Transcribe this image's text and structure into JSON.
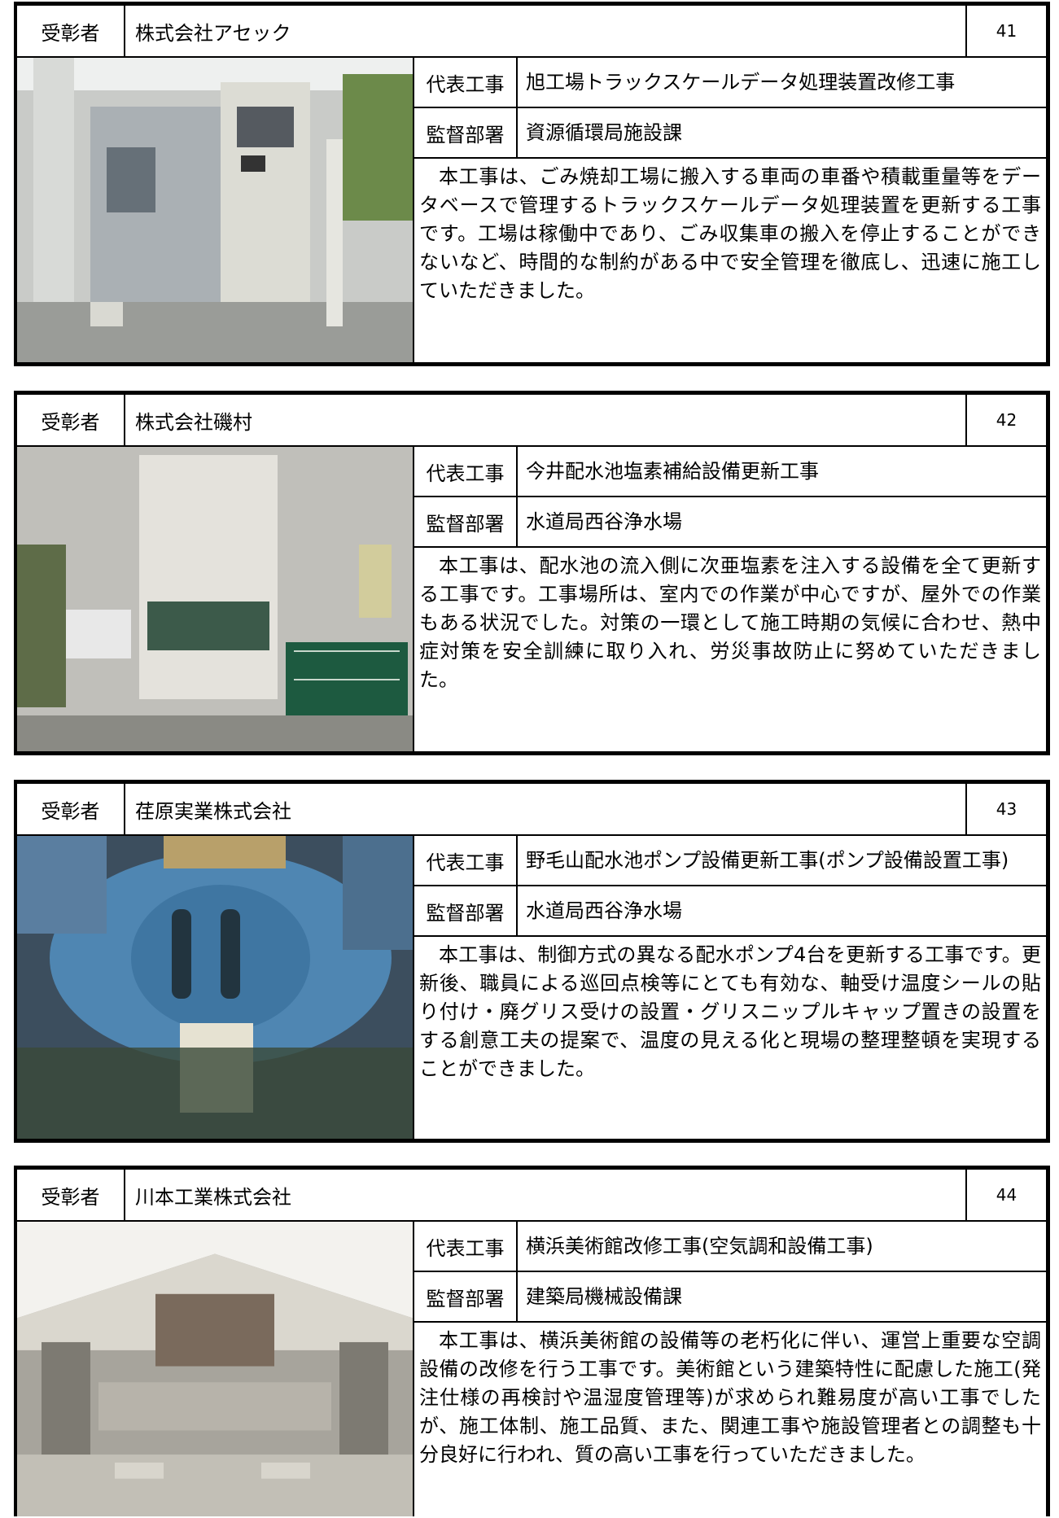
{
  "labels": {
    "recipient": "受彰者",
    "project": "代表工事",
    "department": "監督部署"
  },
  "entries": [
    {
      "number": "41",
      "recipient": "株式会社アセック",
      "project": "旭工場トラックスケールデータ処理装置改修工事",
      "department": "資源循環局施設課",
      "description": "本工事は、ごみ焼却工場に搬入する車両の車番や積載重量等をデータベースで管理するトラックスケールデータ処理装置を更新する工事です。工場は稼働中であり、ごみ収集車の搬入を停止することができないなど、時間的な制約がある中で安全管理を徹底し、迅速に施工していただきました。"
    },
    {
      "number": "42",
      "recipient": "株式会社磯村",
      "project": "今井配水池塩素補給設備更新工事",
      "department": "水道局西谷浄水場",
      "description": "本工事は、配水池の流入側に次亜塩素を注入する設備を全て更新する工事です。工事場所は、室内での作業が中心ですが、屋外での作業もある状況でした。対策の一環として施工時期の気候に合わせ、熱中症対策を安全訓練に取り入れ、労災事故防止に努めていただきました。"
    },
    {
      "number": "43",
      "recipient": "荏原実業株式会社",
      "project": "野毛山配水池ポンプ設備更新工事(ポンプ設備設置工事)",
      "department": "水道局西谷浄水場",
      "description": "本工事は、制御方式の異なる配水ポンプ4台を更新する工事です。更新後、職員による巡回点検等にとても有効な、軸受け温度シールの貼り付け・廃グリス受けの設置・グリスニップルキャップ置きの設置をする創意工夫の提案で、温度の見える化と現場の整理整頓を実現することができました。"
    },
    {
      "number": "44",
      "recipient": "川本工業株式会社",
      "project": "横浜美術館改修工事(空気調和設備工事)",
      "department": "建築局機械設備課",
      "description": "本工事は、横浜美術館の設備等の老朽化に伴い、運営上重要な空調設備の改修を行う工事です。美術館という建築特性に配慮した施工(発注仕様の再検討や温湿度管理等)が求められ難易度が高い工事でしたが、施工体制、施工品質、また、関連工事や施設管理者との調整も十分良好に行われ、質の高い工事を行っていただきました。"
    }
  ]
}
